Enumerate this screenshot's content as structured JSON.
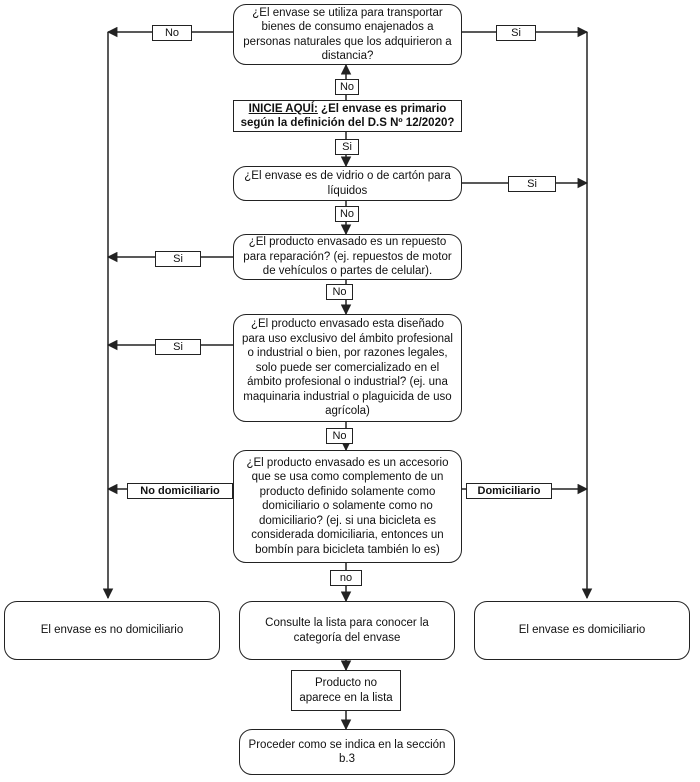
{
  "nodes": {
    "q_transport": "¿El envase se utiliza para transportar bienes de consumo enajenados a personas naturales que los adquirieron a distancia?",
    "q_start_prefix": "INICIE AQUÍ:",
    "q_start_rest": " ¿El envase es primario según la definición del D.S Nº 12/2020?",
    "q_glass": "¿El envase es de vidrio o de cartón para líquidos",
    "q_spare": "¿El producto envasado es un repuesto para reparación? (ej. repuestos de motor de vehículos o partes de celular).",
    "q_professional": "¿El producto envasado esta diseñado para uso exclusivo del ámbito profesional o industrial o bien, por razones legales, solo puede ser comercializado en el ámbito profesional o industrial? (ej. una maquinaria industrial o plaguicida de uso agrícola)",
    "q_accessory": "¿El producto envasado es un accesorio que se usa como complemento de un producto definido solamente como domiciliario o solamente como no domiciliario? (ej. si una bicicleta es considerada domiciliaria, entonces un bombín para bicicleta también lo es)",
    "r_non_domestic": "El envase es no domiciliario",
    "r_consult": "Consulte la lista para conocer la categoría del envase",
    "r_domestic": "El envase es domiciliario",
    "r_not_listed": "Producto no aparece en la lista",
    "r_proceed": "Proceder como se indica en la sección b.3"
  },
  "labels": {
    "transport_no": "No",
    "transport_si": "Si",
    "start_no": "No",
    "start_si": "Si",
    "glass_si": "Si",
    "glass_no": "No",
    "spare_si": "Si",
    "spare_no": "No",
    "prof_si": "Si",
    "prof_no": "No",
    "acc_no_domestic": "No domiciliario",
    "acc_domestic": "Domiciliario",
    "acc_no": "no"
  }
}
